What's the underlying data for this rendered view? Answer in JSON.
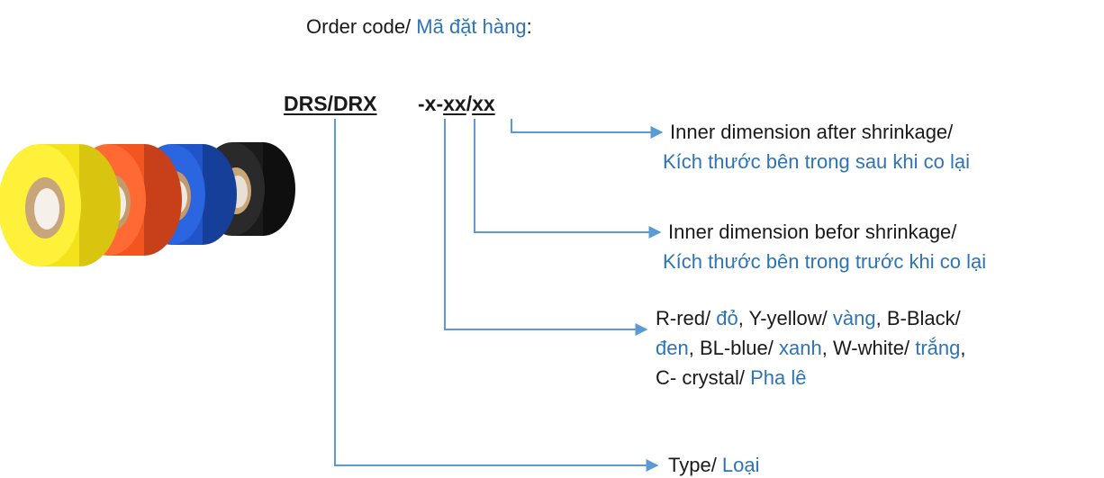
{
  "header": {
    "label": "Order code/ ",
    "label_vi": "Mã đặt hàng",
    "colon": ":"
  },
  "code": {
    "prefix": "DRS/DRX",
    "x": "-x",
    "dash": "-",
    "xx1": "xx",
    "slash": "/",
    "xx2": "xx"
  },
  "annotations": {
    "inner_after": {
      "en": "Inner dimension after shrinkage/",
      "vi": "Kích thước bên trong sau khi co lại"
    },
    "inner_before": {
      "en": "Inner dimension befor shrinkage/",
      "vi": "Kích thước bên trong trước khi co lại"
    },
    "colors": {
      "l1a": "R-red/ ",
      "l1b": "đỏ",
      "l1c": ", Y-yellow/ ",
      "l1d": "vàng",
      "l1e": ", B-Black/",
      "l2a": "đen",
      "l2b": ", BL-blue/ ",
      "l2c": "xanh",
      "l2d": ", W-white/ ",
      "l2e": "trắng",
      "l2f": ",",
      "l3a": "C- crystal/ ",
      "l3b": "Pha lê"
    },
    "type": {
      "en": "Type/ ",
      "vi": "Loại"
    }
  },
  "colors": {
    "accent_text": "#2e74b5",
    "connector_line": "#5b9bd5",
    "roll_yellow": "#f4e21a",
    "roll_orange": "#f2551f",
    "roll_blue": "#1f55c9",
    "roll_black": "#1b1b1b"
  }
}
